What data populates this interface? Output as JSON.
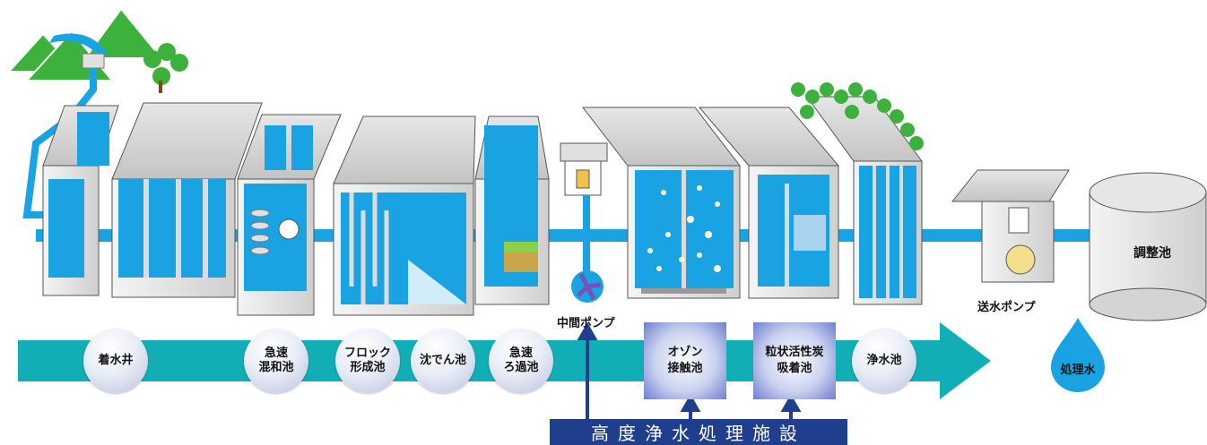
{
  "flow_stages": [
    {
      "id": "receiving-well",
      "lines": [
        "着水井"
      ]
    },
    {
      "id": "rapid-mixing",
      "lines": [
        "急速",
        "混和池"
      ]
    },
    {
      "id": "flocculation",
      "lines": [
        "フロック",
        "形成池"
      ]
    },
    {
      "id": "sedimentation",
      "lines": [
        "沈でん池"
      ]
    },
    {
      "id": "rapid-filtration",
      "lines": [
        "急速",
        "ろ過池"
      ]
    },
    {
      "id": "ozone-contact",
      "lines": [
        "オゾン",
        "接触池"
      ]
    },
    {
      "id": "gac-adsorption",
      "lines": [
        "粒状活性炭",
        "吸着池"
      ]
    },
    {
      "id": "clear-water",
      "lines": [
        "浄水池"
      ]
    }
  ],
  "labels": {
    "intermediate_pump": "中間ポンプ",
    "transmission_pump": "送水ポンプ",
    "regulating_reservoir": "調整池",
    "treated_water": "処理水",
    "advanced_treatment": "高度浄水処理施設"
  },
  "colors": {
    "water": "#1aa3e3",
    "arrow": "#11aeb6",
    "banner": "#1f3e8c",
    "concrete": "#dcdcdc",
    "tree": "#3cb23c"
  }
}
